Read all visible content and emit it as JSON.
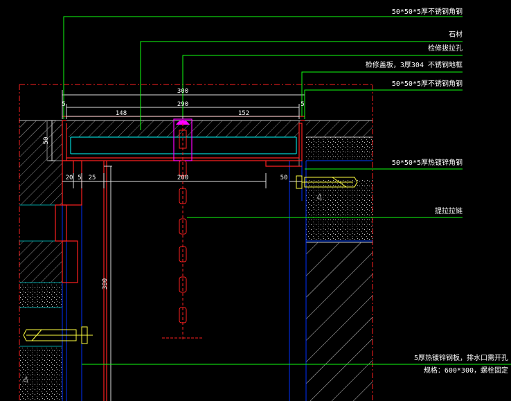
{
  "annotations": {
    "angle_steel_top": "50*50*5厚不锈钢角钢",
    "stone": "石材",
    "pull_hole": "检修拔拉孔",
    "access_cover": "检修盖板，3厚304 不锈钢地框",
    "angle_steel_right": "50*50*5厚不锈钢角钢",
    "galv_angle_steel": "50*50*5厚热镀锌角钢",
    "chain": "提拉拉链",
    "steel_plate_line1": "5厚热镀锌钢板，排水口需开孔",
    "steel_plate_line2": "规格：600*300，螺栓固定"
  },
  "dimensions": {
    "overall_width": "300",
    "inner_width": "290",
    "left_flange": "5",
    "right_flange": "5",
    "left_segment": "148",
    "right_segment": "152",
    "depth_50_vertical": "50",
    "offset_20": "20",
    "offset_5": "5",
    "offset_25": "25",
    "inner_200": "200",
    "right_50": "50",
    "height_300": "300"
  },
  "colors": {
    "background": "#000000",
    "leader": "#00ff00",
    "steel": "#ff0000",
    "wall": "#0000ff",
    "hatch": "#808080",
    "text": "#ffffff",
    "magenta": "#ff00ff",
    "anchor": "#ffff00",
    "cyan": "#00ffff"
  }
}
